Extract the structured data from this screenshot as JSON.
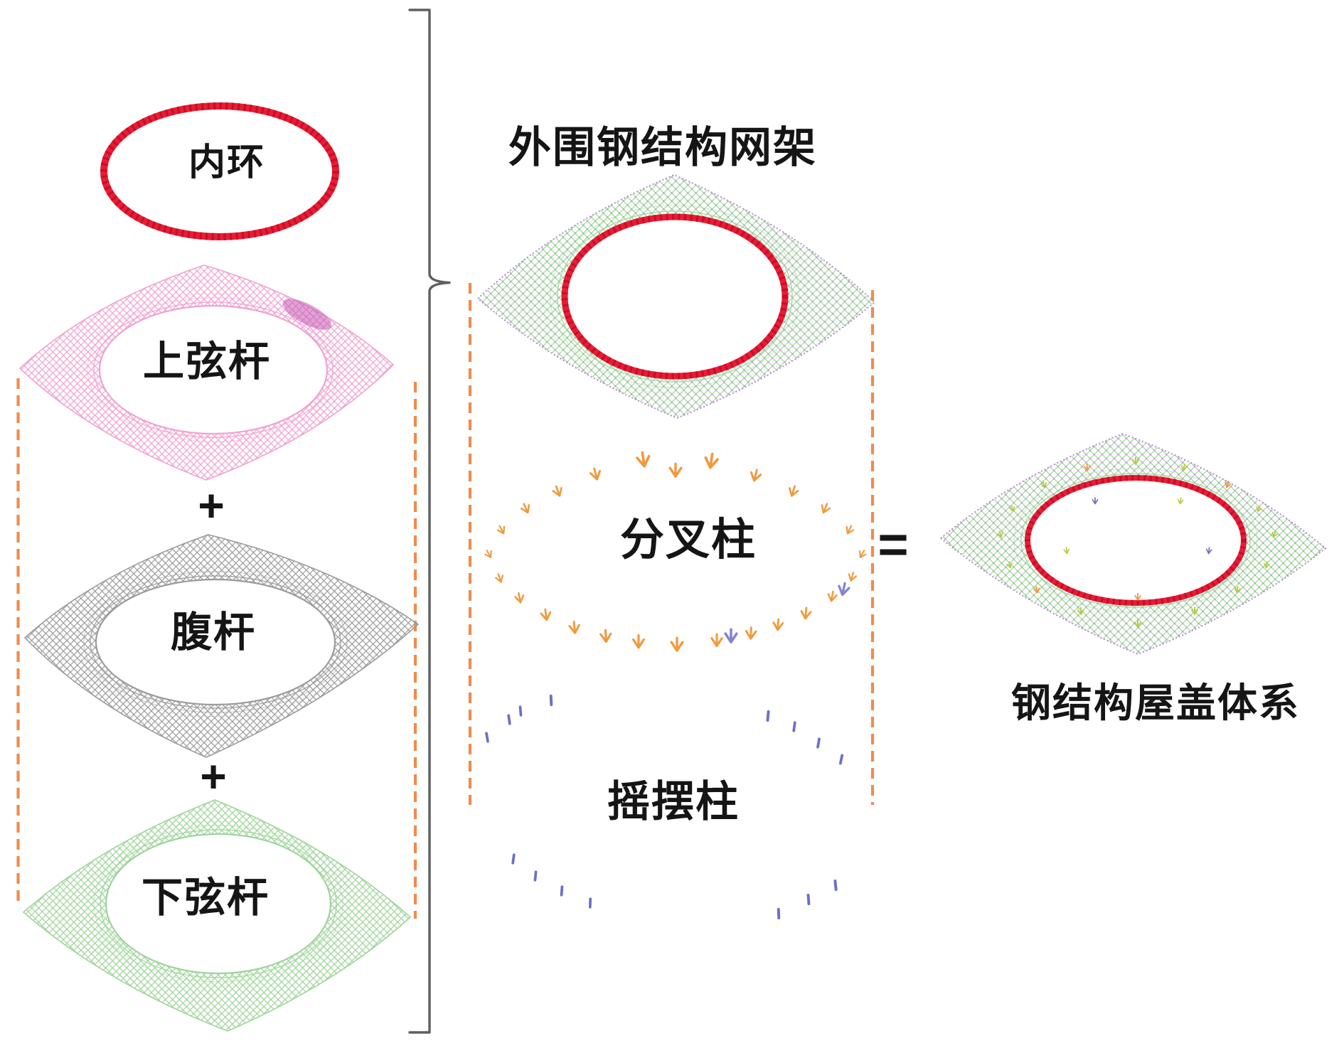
{
  "diagram": {
    "labels": {
      "inner_ring": "内环",
      "upper_chord": "上弦杆",
      "web_member": "腹杆",
      "lower_chord": "下弦杆",
      "outer_grid_title": "外围钢结构网架",
      "forked_column": "分叉柱",
      "rocking_column": "摇摆柱",
      "roof_system": "钢结构屋盖体系"
    },
    "operators": {
      "plus_top": "+",
      "plus_bottom": "+",
      "equals": "="
    },
    "glyphs": {
      "forked_column_glyph": "down-fork-arrow",
      "rocking_column_glyph": "short-vertical-dash",
      "guide_lines": "orange-dashed-vertical",
      "group_brace": "right-curly-brace"
    },
    "colors": {
      "ring_red": "#e91c33",
      "mesh_pink": "#efa3d1",
      "mesh_pink_dark": "#c45ab4",
      "mesh_gray": "#9b9b9b",
      "mesh_green": "#9fd49a",
      "mix_purple": "#b78ccf",
      "guide_orange": "#ef8c4d",
      "fork_orange": "#f09a3e",
      "tick_purple": "#6f6fc8",
      "scatter_green": "#b5cc41",
      "brace_gray": "#5f5f5f",
      "text_ink": "#151515"
    }
  }
}
